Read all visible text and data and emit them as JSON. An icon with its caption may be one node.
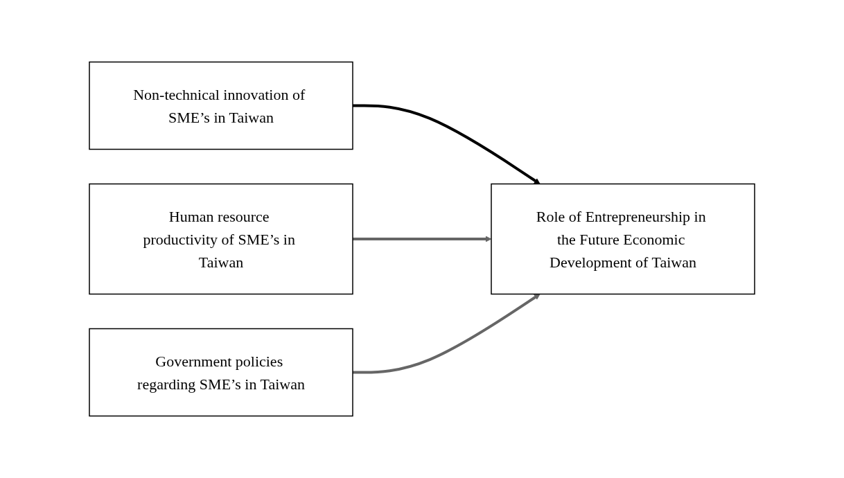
{
  "diagram": {
    "nodes": [
      {
        "text": [
          "Non-technical innovation of SME’s in Taiwan"
        ]
      },
      {
        "text": [
          "Human resource productivity of SME’s in Taiwan"
        ]
      },
      {
        "text": [
          "Government policies regarding SME’s in Taiwan"
        ]
      },
      {
        "text": [
          "Role of Entrepreneurship in the Future Economic Development of Taiwan"
        ]
      }
    ],
    "edges": [
      {
        "from": 0,
        "to": 3,
        "arrow": "to",
        "color": "#000000"
      },
      {
        "from": 1,
        "to": 3,
        "arrow": "to"
      },
      {
        "from": 2,
        "to": 3,
        "arrow": "to"
      }
    ]
  }
}
